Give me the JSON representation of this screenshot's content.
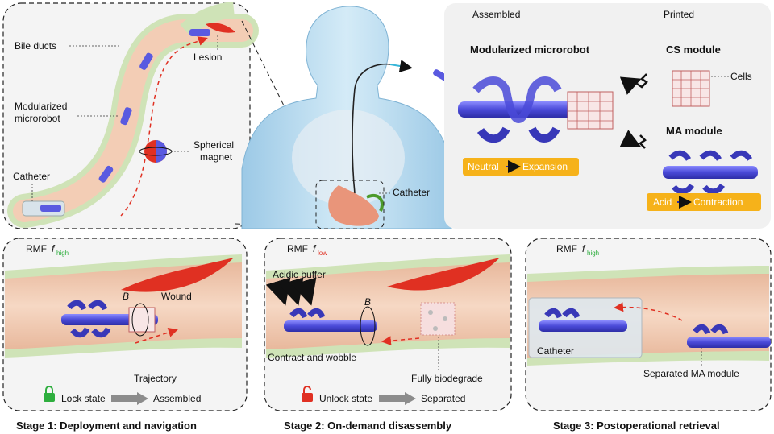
{
  "top_left": {
    "bile_ducts": "Bile ducts",
    "lesion": "Lesion",
    "microrobot_line1": "Modularized",
    "microrobot_line2": "microrobot",
    "magnet_line1": "Spherical",
    "magnet_line2": "magnet",
    "catheter": "Catheter"
  },
  "center": {
    "catheter": "Catheter"
  },
  "top_right": {
    "assembled": "Assembled",
    "printed": "Printed",
    "title": "Modularized microrobot",
    "cs_module": "CS module",
    "cells": "Cells",
    "ma_module": "MA module",
    "neutral_label_a": "Neutral",
    "neutral_label_b": "Expansion",
    "acid_label_a": "Acid",
    "acid_label_b": "Contraction"
  },
  "stage1": {
    "rmf": "RMF",
    "f": "f",
    "f_sub": "high",
    "wound": "Wound",
    "b": "B",
    "trajectory": "Trajectory",
    "state": "Lock state",
    "result": "Assembled",
    "caption": "Stage 1: Deployment and navigation"
  },
  "stage2": {
    "rmf": "RMF",
    "f": "f",
    "f_sub": "low",
    "acidic": "Acidic buffer",
    "b": "B",
    "contract": "Contract and wobble",
    "biodegrade": "Fully biodegrade",
    "state": "Unlock state",
    "result": "Separated",
    "caption": "Stage 2: On-demand disassembly"
  },
  "stage3": {
    "rmf": "RMF",
    "f": "f",
    "f_sub": "high",
    "catheter": "Catheter",
    "separated": "Separated MA module",
    "caption": "Stage 3: Postoperational retrieval"
  },
  "colors": {
    "robot": "#5a5ae0",
    "duct_tissue": "#f1c9b0",
    "duct_wall": "#cfe3b7",
    "wound": "#e03022",
    "label_box": "#f6b21a",
    "lock_green": "#2eae3e",
    "unlock_red": "#e03022",
    "f_high": "#2eae3e",
    "f_low": "#e03022",
    "body": "#b9d9ee"
  }
}
